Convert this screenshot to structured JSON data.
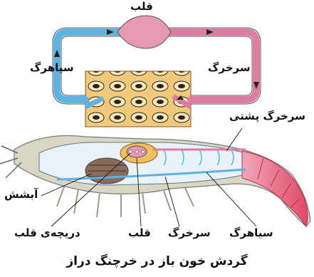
{
  "labels": {
    "heart_top": "قلب",
    "vein_left": "سیاهرگ",
    "artery_right": "سرخرگ",
    "dorsal_artery": "سرخرگ پشتی",
    "gill": "آبشش",
    "heart_valve": "دریچه‌ی قلب",
    "heart_bottom": "قلب",
    "artery_bottom": "سرخرگ",
    "vein_bottom": "سیاهرگ"
  },
  "caption": "گردش خون باز در خرچنگ دراز",
  "colors": {
    "artery": "#e07aa0",
    "vein": "#5fb3e0",
    "tissue": "#f2c97a",
    "body_outline": "#7a7a7a",
    "tail": "#e8607f"
  }
}
